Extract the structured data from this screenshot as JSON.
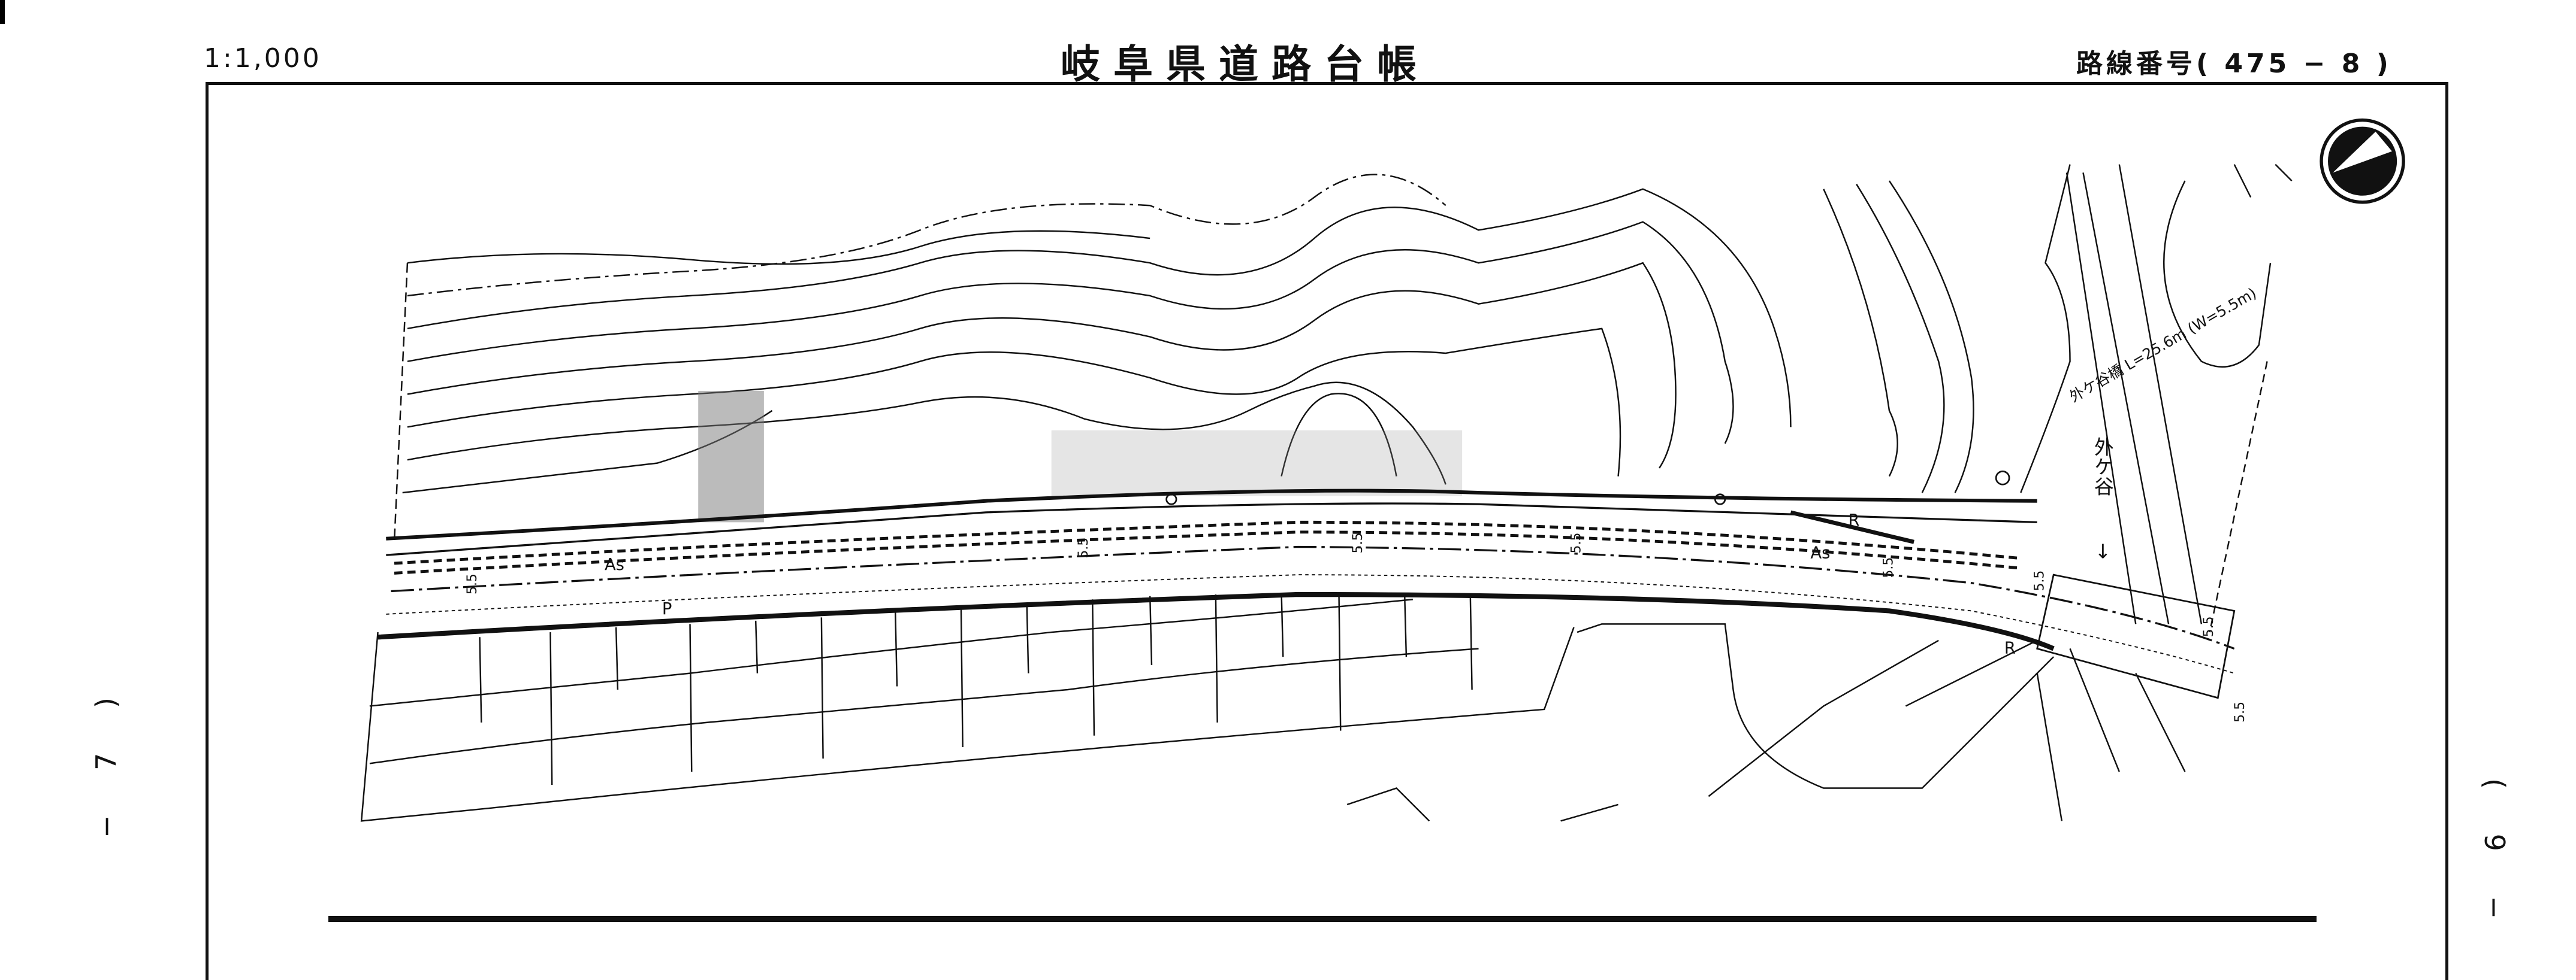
{
  "header": {
    "scale": "1:1,000",
    "title": "岐阜県道路台帳",
    "route_number": "路線番号( 475 − 8 )"
  },
  "margins": {
    "left_ref": "− 7 )",
    "right_ref": "( 9 −"
  },
  "map": {
    "surface_labels": [
      "As",
      "As"
    ],
    "width_labels": [
      "5.5",
      "5.5",
      "5.5",
      "5.5",
      "5.5",
      "5.5",
      "5.5",
      "5.5"
    ],
    "p_label": "P",
    "r_labels": [
      "R",
      "R"
    ],
    "bridge_label": "外ケ谷橋  L=25.6m (W=5.5m)",
    "river_label": "外ケ谷",
    "river_arrow": "↓",
    "north_icon": "north-arrow-compass"
  }
}
